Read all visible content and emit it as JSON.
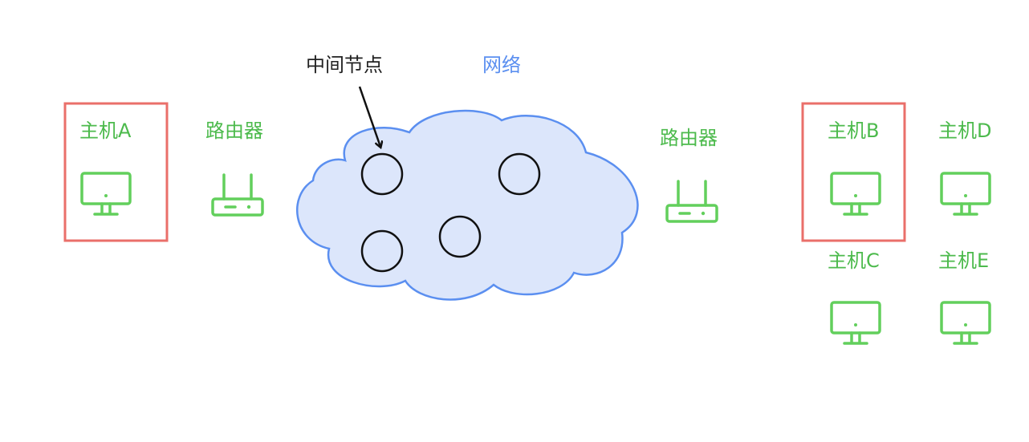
{
  "colors": {
    "host_label": "#4cba4c",
    "icon": "#62cf5c",
    "network_label": "#5b8ff0",
    "cloud_fill": "#dce6fb",
    "cloud_stroke": "#5b8ff0",
    "highlight_box": "#ea6f6a",
    "node_stroke": "#111111"
  },
  "labels": {
    "intermediate_node": "中间节点",
    "network": "网络",
    "router_left": "路由器",
    "router_right": "路由器",
    "host_a": "主机A",
    "host_b": "主机B",
    "host_c": "主机C",
    "host_d": "主机D",
    "host_e": "主机E"
  },
  "icons": {
    "host": "monitor-icon",
    "router": "router-icon"
  },
  "highlighted_hosts": [
    "主机A",
    "主机B"
  ]
}
